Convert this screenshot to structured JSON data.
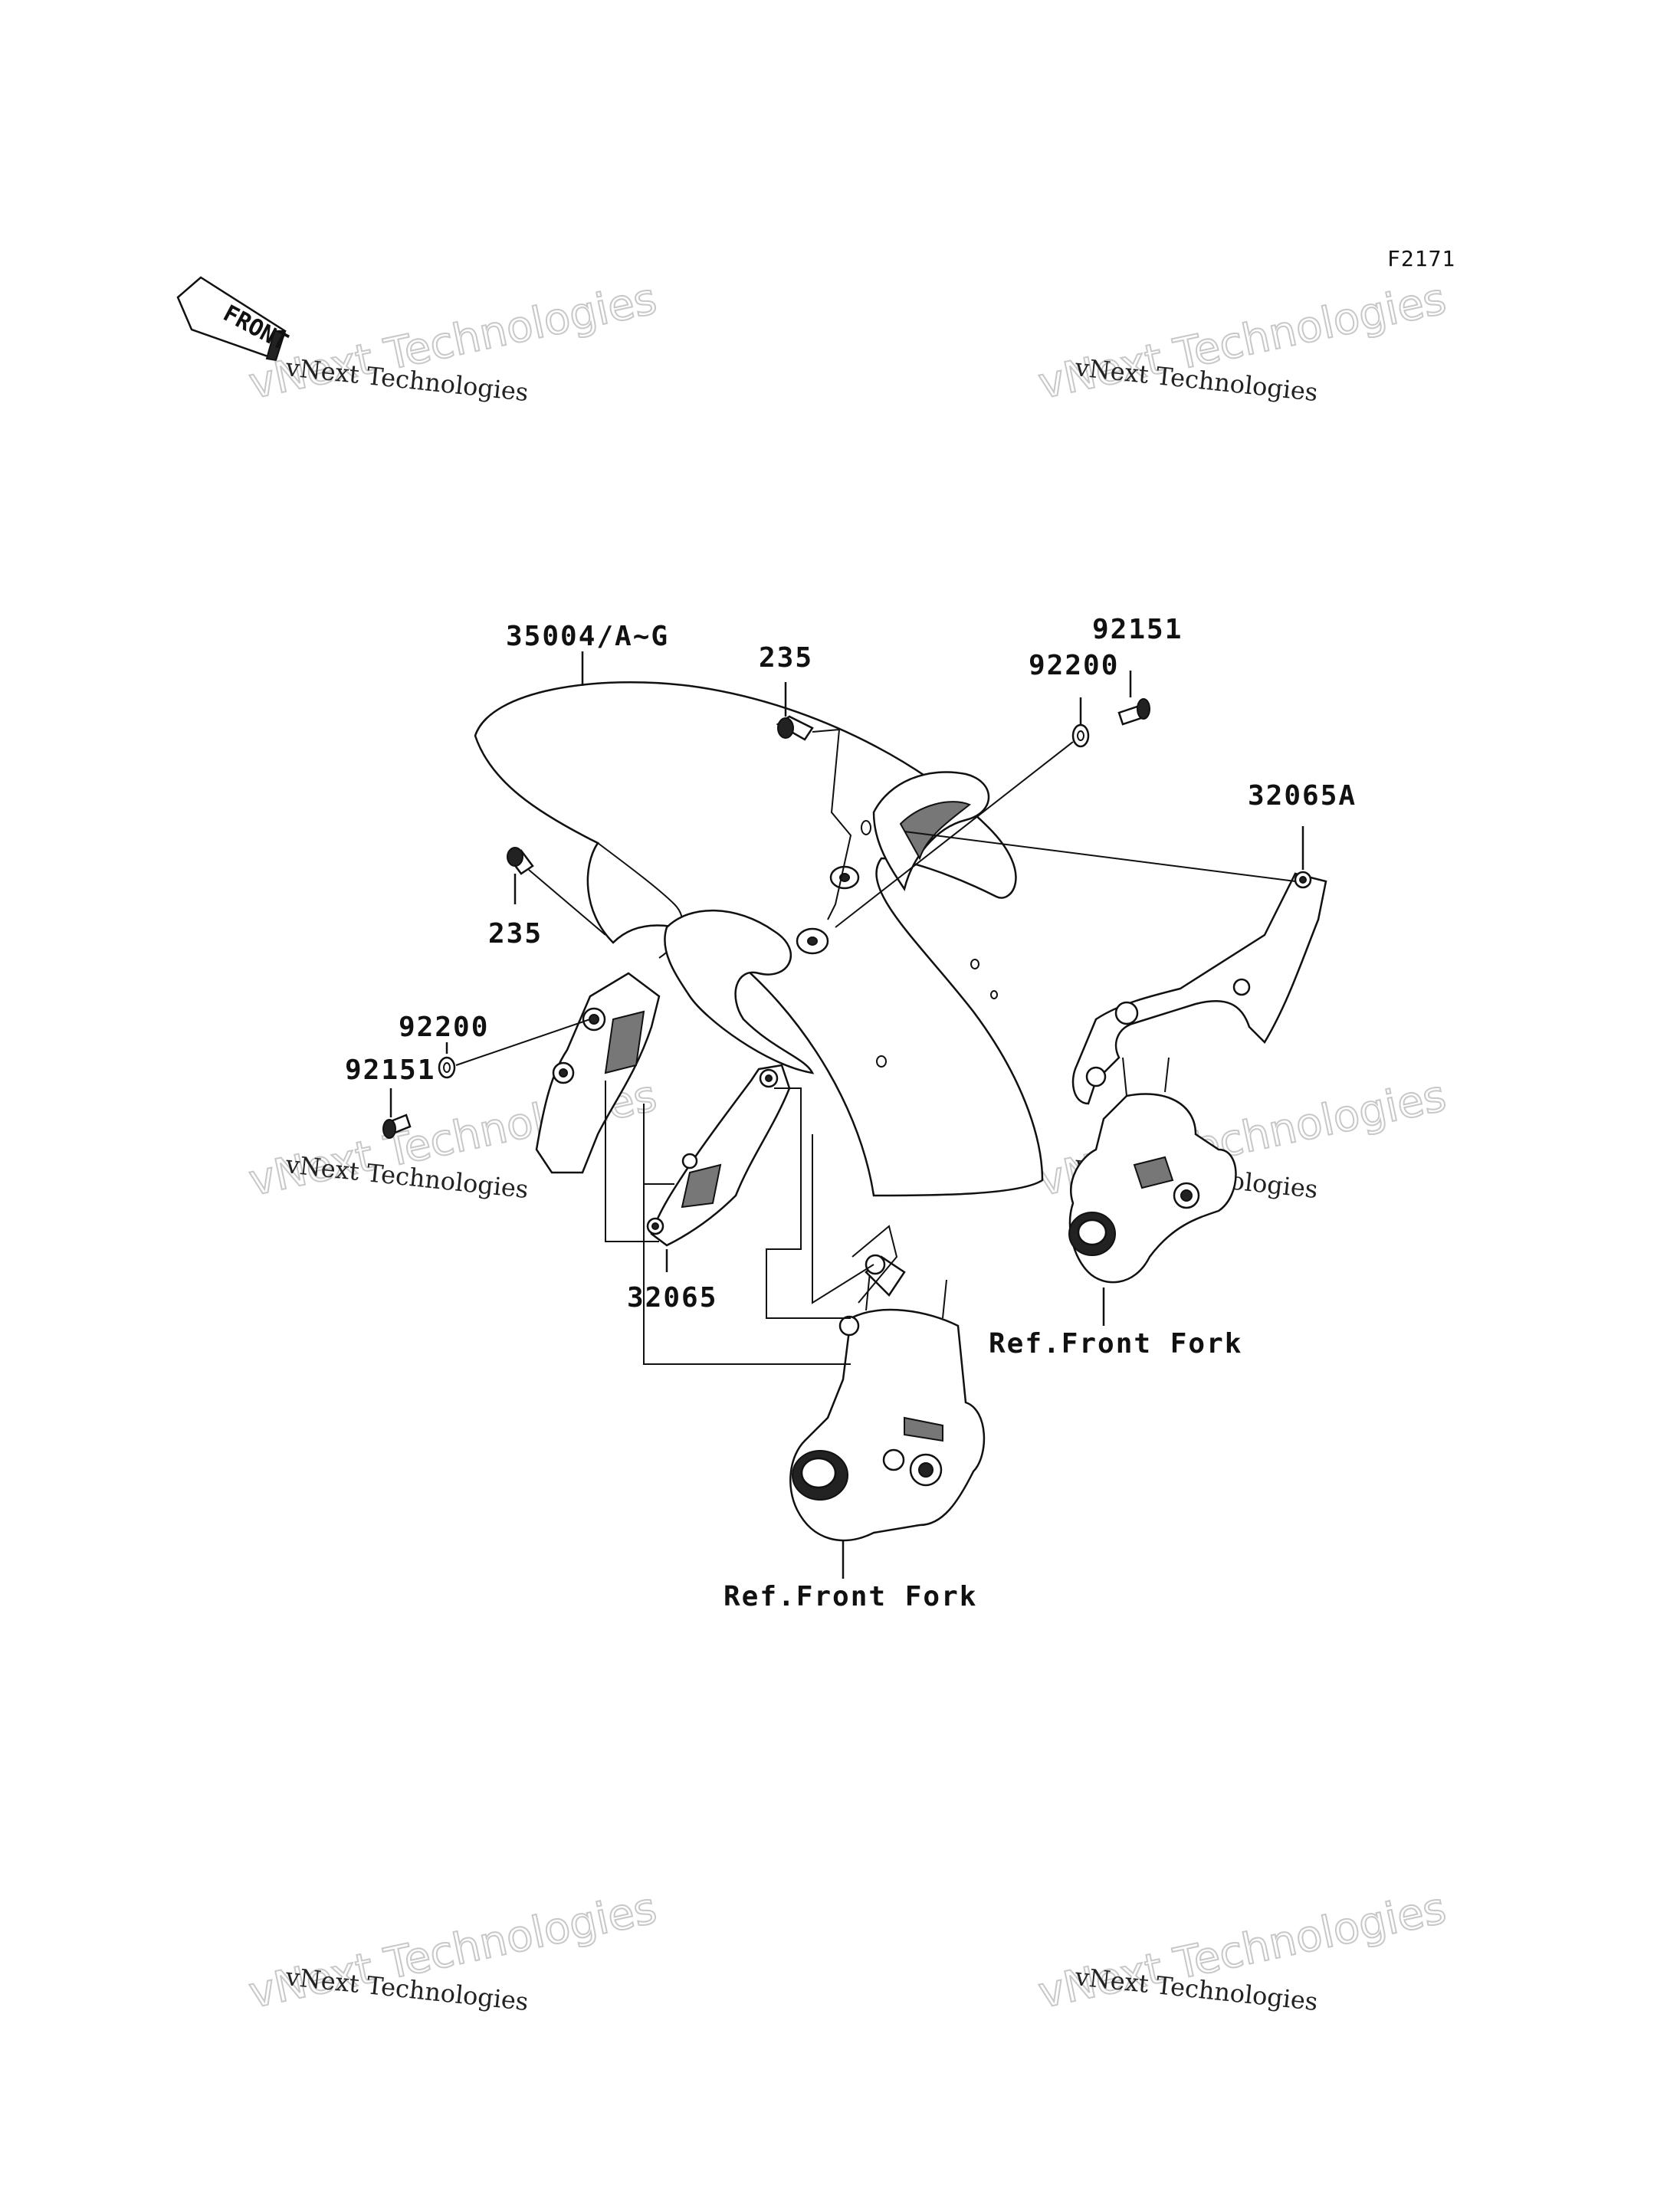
{
  "diagram_code": "F2171",
  "front_badge": "FRONT",
  "watermarks": [
    {
      "small": "vNext Technologies",
      "big": "vNext Technologies"
    },
    {
      "small": "vNext Technologies",
      "big": "vNext Technologies"
    },
    {
      "small": "vNext Technologies",
      "big": "vNext Technologies"
    },
    {
      "small": "vNext Technologies",
      "big": "vNext Technologies"
    },
    {
      "small": "vNext Technologies",
      "big": "vNext Technologies"
    },
    {
      "small": "vNext Technologies",
      "big": "vNext Technologies"
    }
  ],
  "labels": {
    "fender": "35004/A~G",
    "bolt_top": "235",
    "washer_right": "92200",
    "screw_right": "92151",
    "stay_right": "32065A",
    "bolt_left": "235",
    "washer_left": "92200",
    "screw_left": "92151",
    "stay_left": "32065",
    "fork_right": "Ref.Front Fork",
    "fork_left": "Ref.Front Fork"
  }
}
